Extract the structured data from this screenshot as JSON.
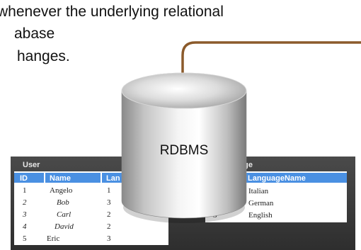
{
  "caption": {
    "line1": "whenever the underlying relational",
    "line2": "abase",
    "line3": "hanges."
  },
  "database": {
    "label": "RDBMS"
  },
  "user_table": {
    "title": "User",
    "columns": [
      "ID",
      "Name",
      "Lan"
    ],
    "rows": [
      [
        "1",
        "Angelo",
        "1"
      ],
      [
        "2",
        "Bob",
        "3"
      ],
      [
        "3",
        "Carl",
        "2"
      ],
      [
        "4",
        "David",
        "2"
      ],
      [
        "5",
        "Eric",
        "3"
      ]
    ]
  },
  "language_table": {
    "title": "age",
    "columns": [
      "",
      "LanguageName"
    ],
    "rows": [
      [
        "",
        "Italian"
      ],
      [
        "",
        "German"
      ],
      [
        "3",
        "English"
      ]
    ]
  },
  "colors": {
    "connector": "#8B5A2B",
    "table_bg": "#3a3a3a",
    "header_blue": "#4a90e2"
  }
}
